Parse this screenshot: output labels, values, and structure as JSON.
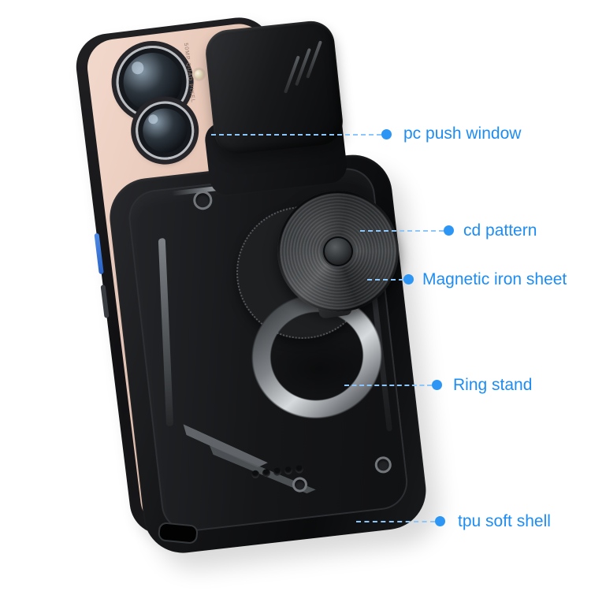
{
  "scene": {
    "background": "#ffffff"
  },
  "colors": {
    "annotation_text": "#1d8cf3",
    "annotation_line": "#8cc6fb",
    "annotation_dot": "#2d96f5",
    "case_black": "#121315",
    "phone_back": "#e8cfc2"
  },
  "phone": {
    "camera_text": "50MP QUAD PIXEL"
  },
  "annotations": [
    {
      "id": "pc-push-window",
      "label": "pc push window"
    },
    {
      "id": "cd-pattern",
      "label": "cd pattern"
    },
    {
      "id": "magnetic-iron-sheet",
      "label": "Magnetic iron sheet"
    },
    {
      "id": "ring-stand",
      "label": "Ring stand"
    },
    {
      "id": "tpu-soft-shell",
      "label": "tpu soft shell"
    }
  ]
}
